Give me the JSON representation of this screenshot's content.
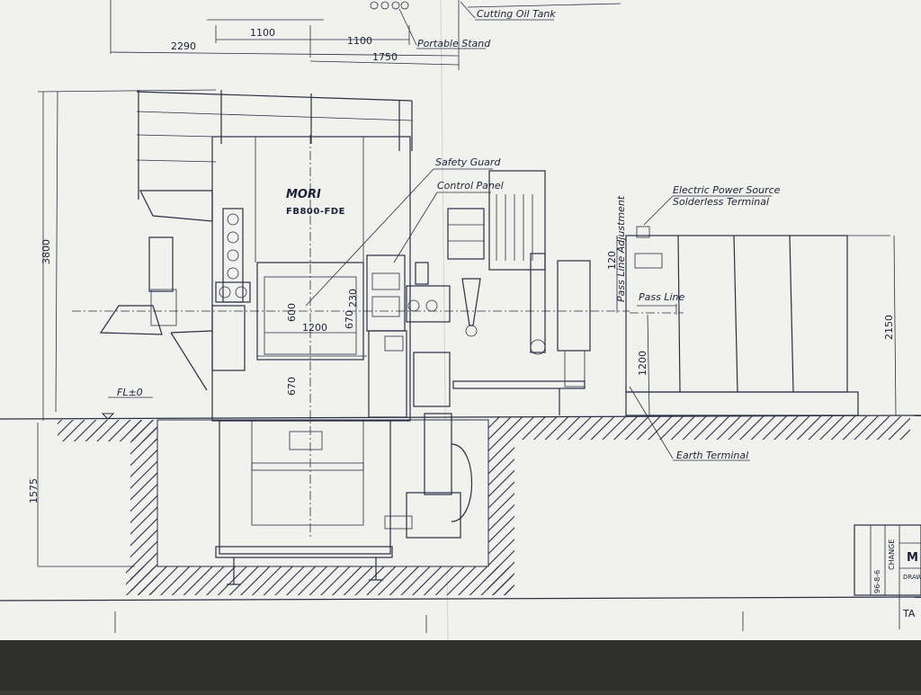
{
  "drawing": {
    "title_lines": [
      "MORI",
      "FB800-FDE"
    ],
    "callouts": {
      "cutting_oil_tank": "Cutting Oil Tank",
      "portable_stand": "Portable Stand",
      "safety_guard": "Safety Guard",
      "control_panel": "Control Panel",
      "electric_power_source": "Electric Power Source",
      "solderless_terminal": "Solderless Terminal",
      "pass_line_adjustment": "Pass Line Adjustment",
      "pass_line": "Pass Line",
      "earth_terminal": "Earth Terminal",
      "floor_level": "FL±0"
    },
    "dimensions": {
      "d1100a": "1100",
      "d1100b": "1100",
      "d2290": "2290",
      "d1750": "1750",
      "d3800": "3800",
      "d1575": "1575",
      "d600": "600",
      "d1200h": "1200",
      "d230": "230",
      "d670a": "670",
      "d670b": "670",
      "d120": "120",
      "d1200v": "1200",
      "d2150": "2150"
    },
    "title_block": {
      "change_label": "CHANGE",
      "date": "96-8-6",
      "draw_label": "DRAW",
      "ta_label": "TA",
      "partial": "M"
    }
  }
}
